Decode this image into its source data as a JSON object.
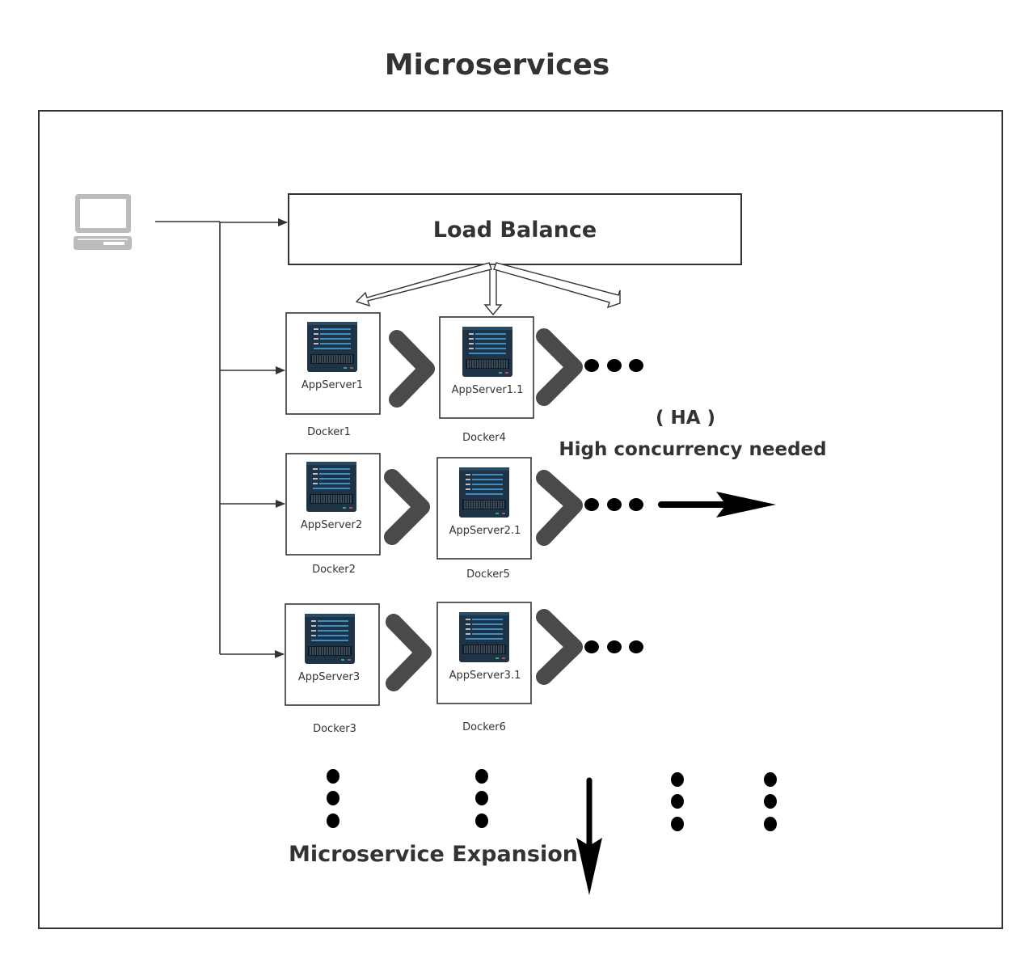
{
  "title": "Microservices",
  "load_balancer": {
    "label": "Load Balance"
  },
  "client": {
    "icon": "computer-icon"
  },
  "rows": [
    {
      "primary": {
        "server_label": "AppServer1",
        "docker_label": "Docker1"
      },
      "replica": {
        "server_label": "AppServer1.1",
        "docker_label": "Docker4"
      }
    },
    {
      "primary": {
        "server_label": "AppServer2",
        "docker_label": "Docker2"
      },
      "replica": {
        "server_label": "AppServer2.1",
        "docker_label": "Docker5"
      }
    },
    {
      "primary": {
        "server_label": "AppServer3",
        "docker_label": "Docker3"
      },
      "replica": {
        "server_label": "AppServer3.1",
        "docker_label": "Docker6"
      }
    }
  ],
  "ha_note": {
    "line1": "( HA )",
    "line2": "High concurrency needed"
  },
  "expansion_label": "Microservice Expansion",
  "icons": {
    "server": "server-rack-icon",
    "chevron": "chevron-right-icon",
    "ellipsis": "ellipsis-icon"
  },
  "colors": {
    "server_body": "#1e3345",
    "chevron": "#4a4a4a",
    "line": "#333333",
    "computer": "#bbbbbb"
  }
}
